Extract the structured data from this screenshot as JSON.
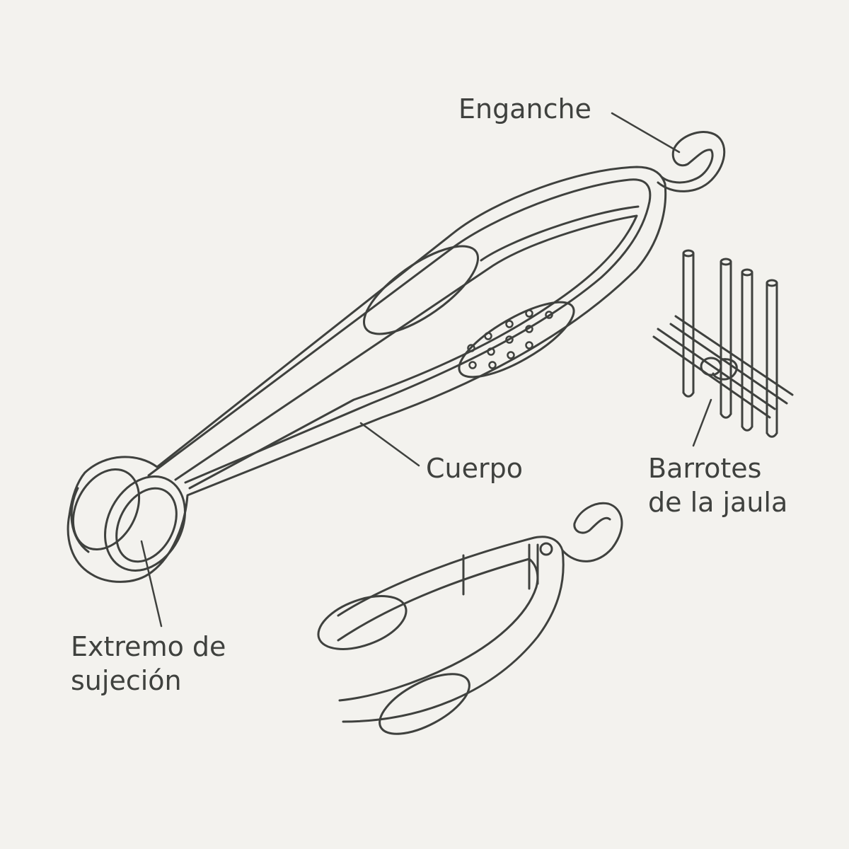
{
  "labels": {
    "enganche": "Enganche",
    "cuerpo": "Cuerpo",
    "barrotes": [
      "Barrotes",
      "de la jaula"
    ],
    "extremo": [
      "Extremo de",
      "sujeción"
    ]
  },
  "colors": {
    "background": "#f3f2ee",
    "line": "#3f413e"
  }
}
